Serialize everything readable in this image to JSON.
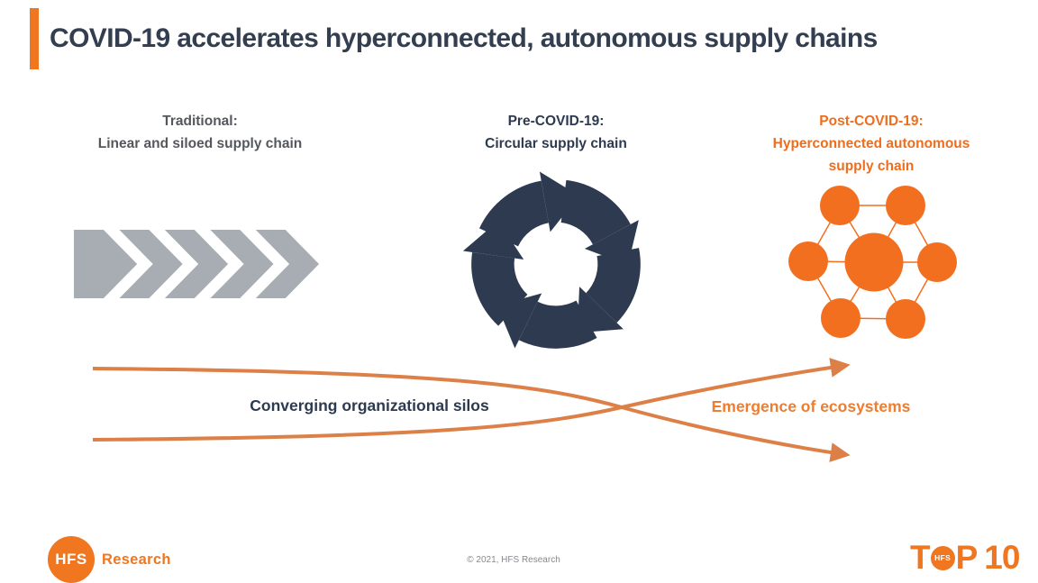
{
  "title": "COVID-19 accelerates hyperconnected, autonomous supply chains",
  "columns": [
    {
      "id": "traditional",
      "lines": [
        "Traditional:",
        "Linear and siloed supply chain"
      ]
    },
    {
      "id": "pre-covid",
      "lines": [
        "Pre-COVID-19:",
        "Circular supply chain"
      ]
    },
    {
      "id": "post-covid",
      "lines": [
        "Post-COVID-19:",
        "Hyperconnected autonomous",
        "supply chain"
      ]
    }
  ],
  "flow": {
    "left_label": "Converging organizational silos",
    "right_label": "Emergence of ecosystems"
  },
  "footer": {
    "hfs_logo_circle": "HFS",
    "hfs_logo_text": "Research",
    "copyright": "© 2021, HFS Research",
    "top10_t": "T",
    "top10_circle": "HFS",
    "top10_p": "P",
    "top10_number": "10"
  },
  "colors": {
    "accent_orange": "#F0761F",
    "network_orange": "#F26F1F",
    "flow_line_orange": "#DD8048",
    "label_orange": "#ED7D31",
    "navy": "#2E3A50",
    "chevron_gray": "#A7ADB3",
    "heading_gray": "#54585C"
  }
}
